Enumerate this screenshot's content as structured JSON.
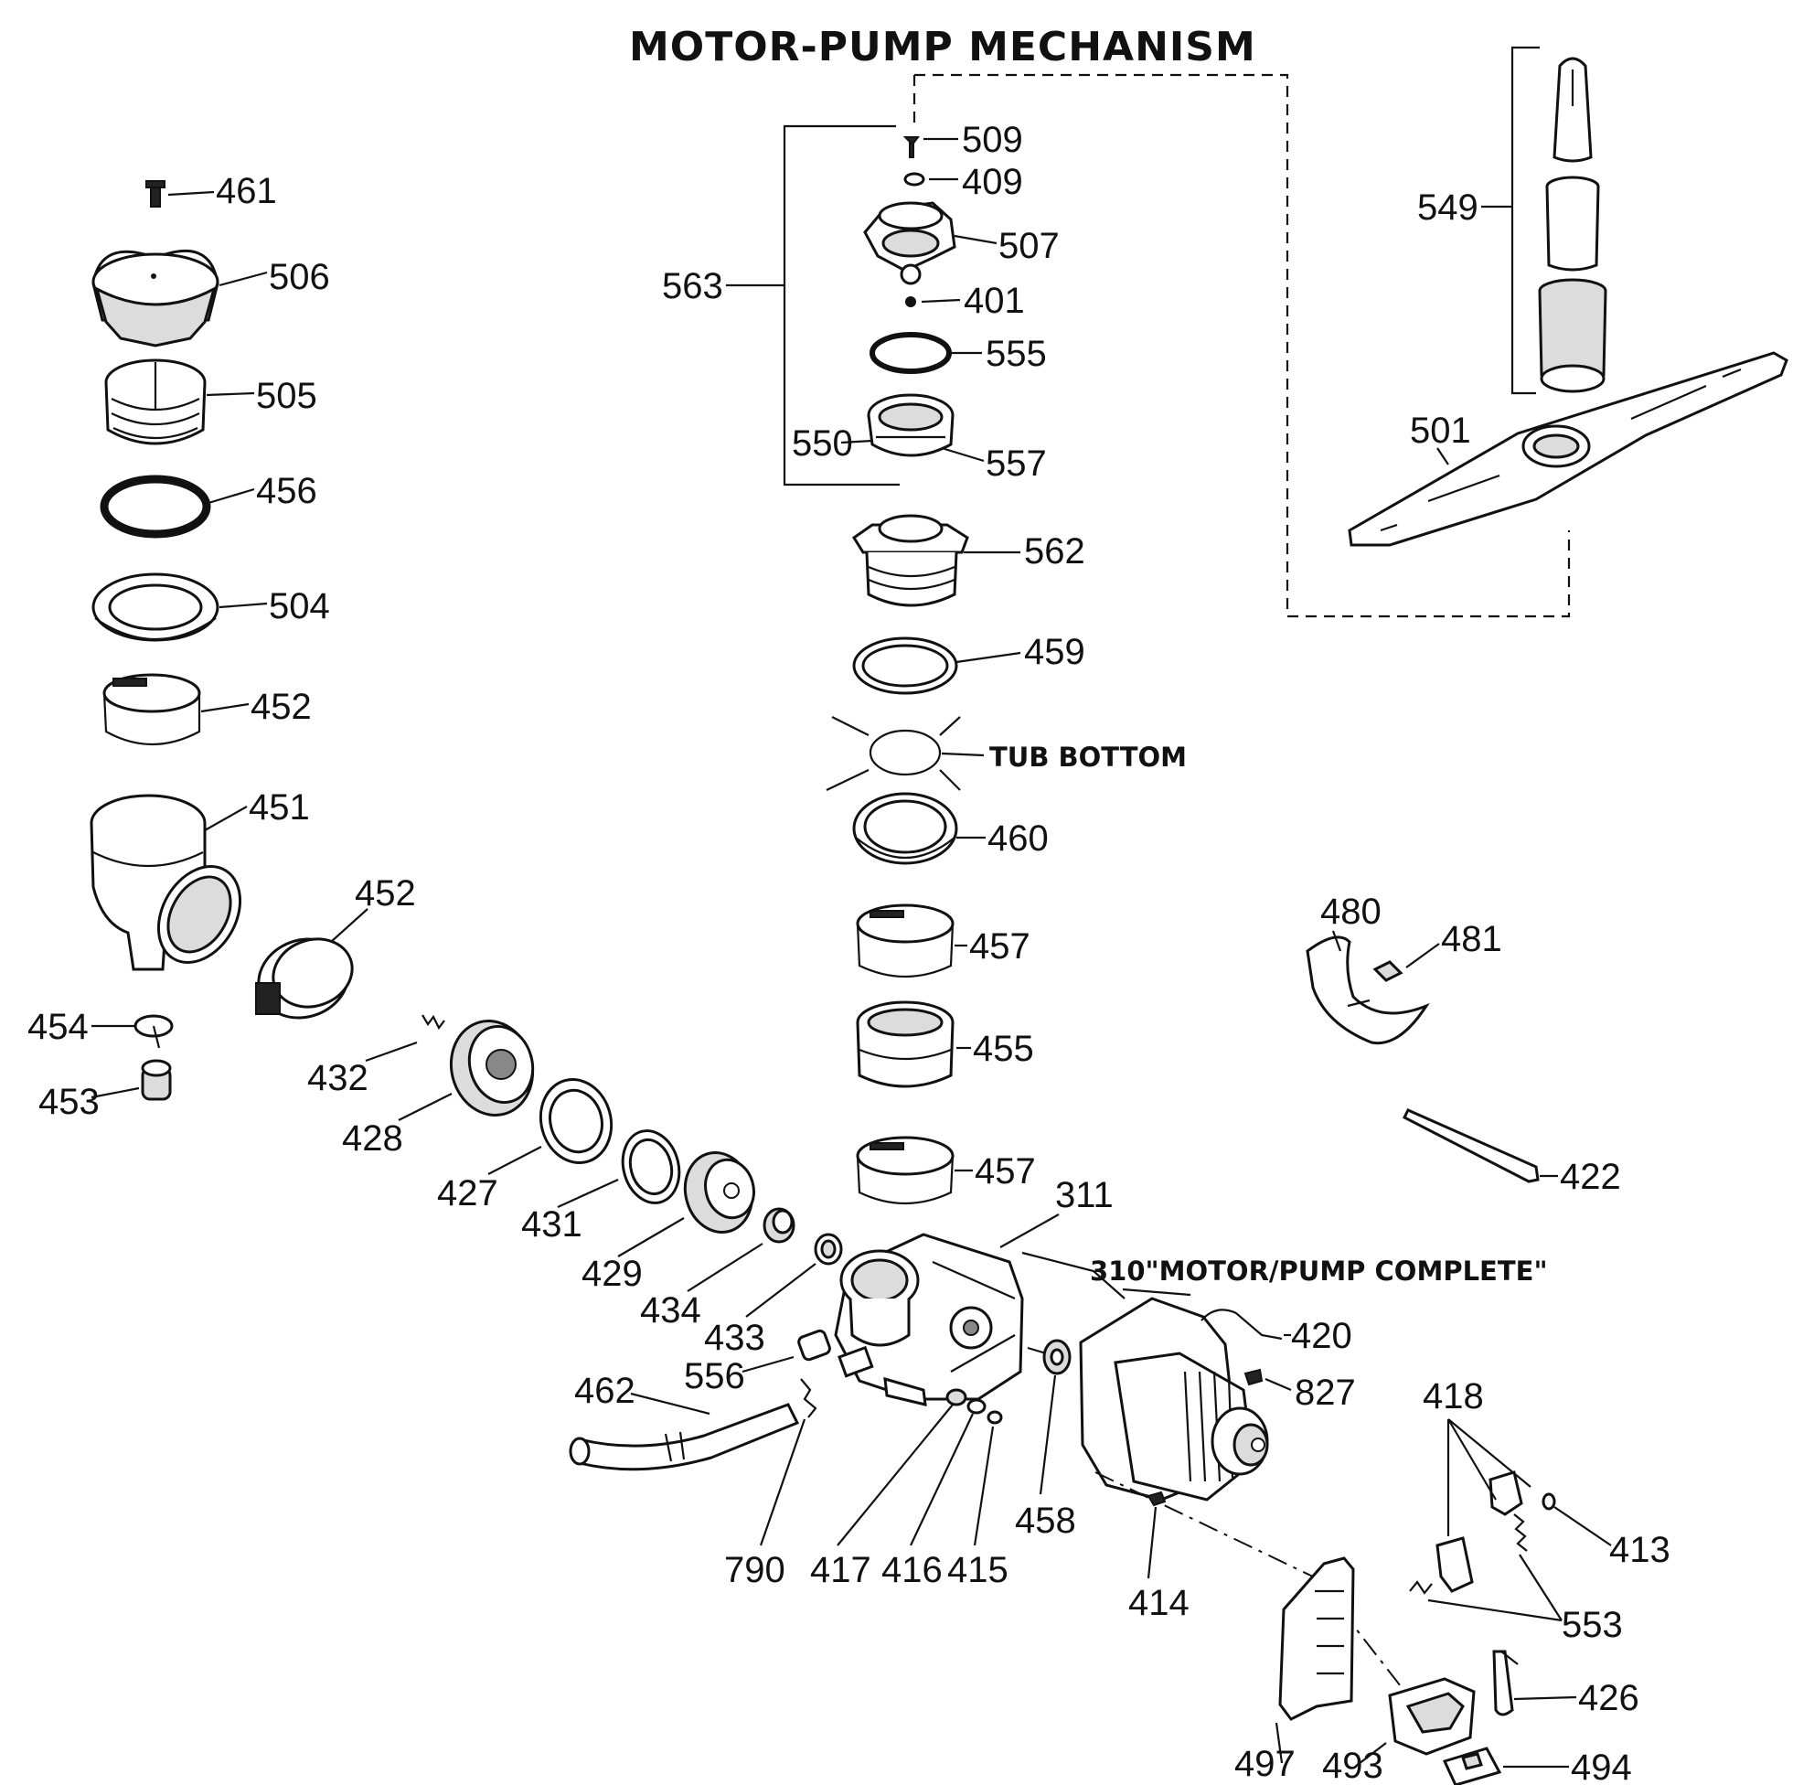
{
  "title": "MOTOR-PUMP MECHANISM",
  "notes": {
    "tub_bottom": "TUB BOTTOM",
    "motor_pump_complete": "310\"MOTOR/PUMP COMPLETE\""
  },
  "callouts": {
    "c461": "461",
    "c506": "506",
    "c505": "505",
    "c456": "456",
    "c504": "504",
    "c452a": "452",
    "c451": "451",
    "c454": "454",
    "c453": "453",
    "c452b": "452",
    "c432": "432",
    "c428": "428",
    "c427": "427",
    "c431": "431",
    "c429": "429",
    "c434": "434",
    "c433": "433",
    "c556": "556",
    "c462": "462",
    "c790": "790",
    "c417": "417",
    "c416": "416",
    "c415": "415",
    "c458": "458",
    "c414": "414",
    "c311": "311",
    "c420": "420",
    "c827": "827",
    "c509": "509",
    "c409": "409",
    "c507": "507",
    "c401": "401",
    "c555": "555",
    "c563": "563",
    "c550": "550",
    "c557": "557",
    "c562": "562",
    "c459": "459",
    "c460": "460",
    "c457a": "457",
    "c455": "455",
    "c457b": "457",
    "c549": "549",
    "c501": "501",
    "c480": "480",
    "c481": "481",
    "c422": "422",
    "c418": "418",
    "c413": "413",
    "c553": "553",
    "c426": "426",
    "c497": "497",
    "c493": "493",
    "c494": "494"
  }
}
